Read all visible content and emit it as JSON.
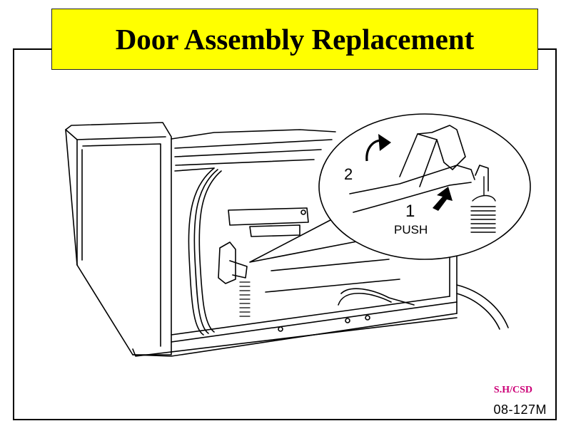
{
  "slide": {
    "title": "Door Assembly Replacement",
    "author": "S.H/CSD",
    "code": "08-127M"
  },
  "callout": {
    "step_2": "2",
    "step_1": "1",
    "push_label": "PUSH"
  },
  "colors": {
    "title_bg": "#ffff00",
    "author_text": "#cc0077"
  }
}
